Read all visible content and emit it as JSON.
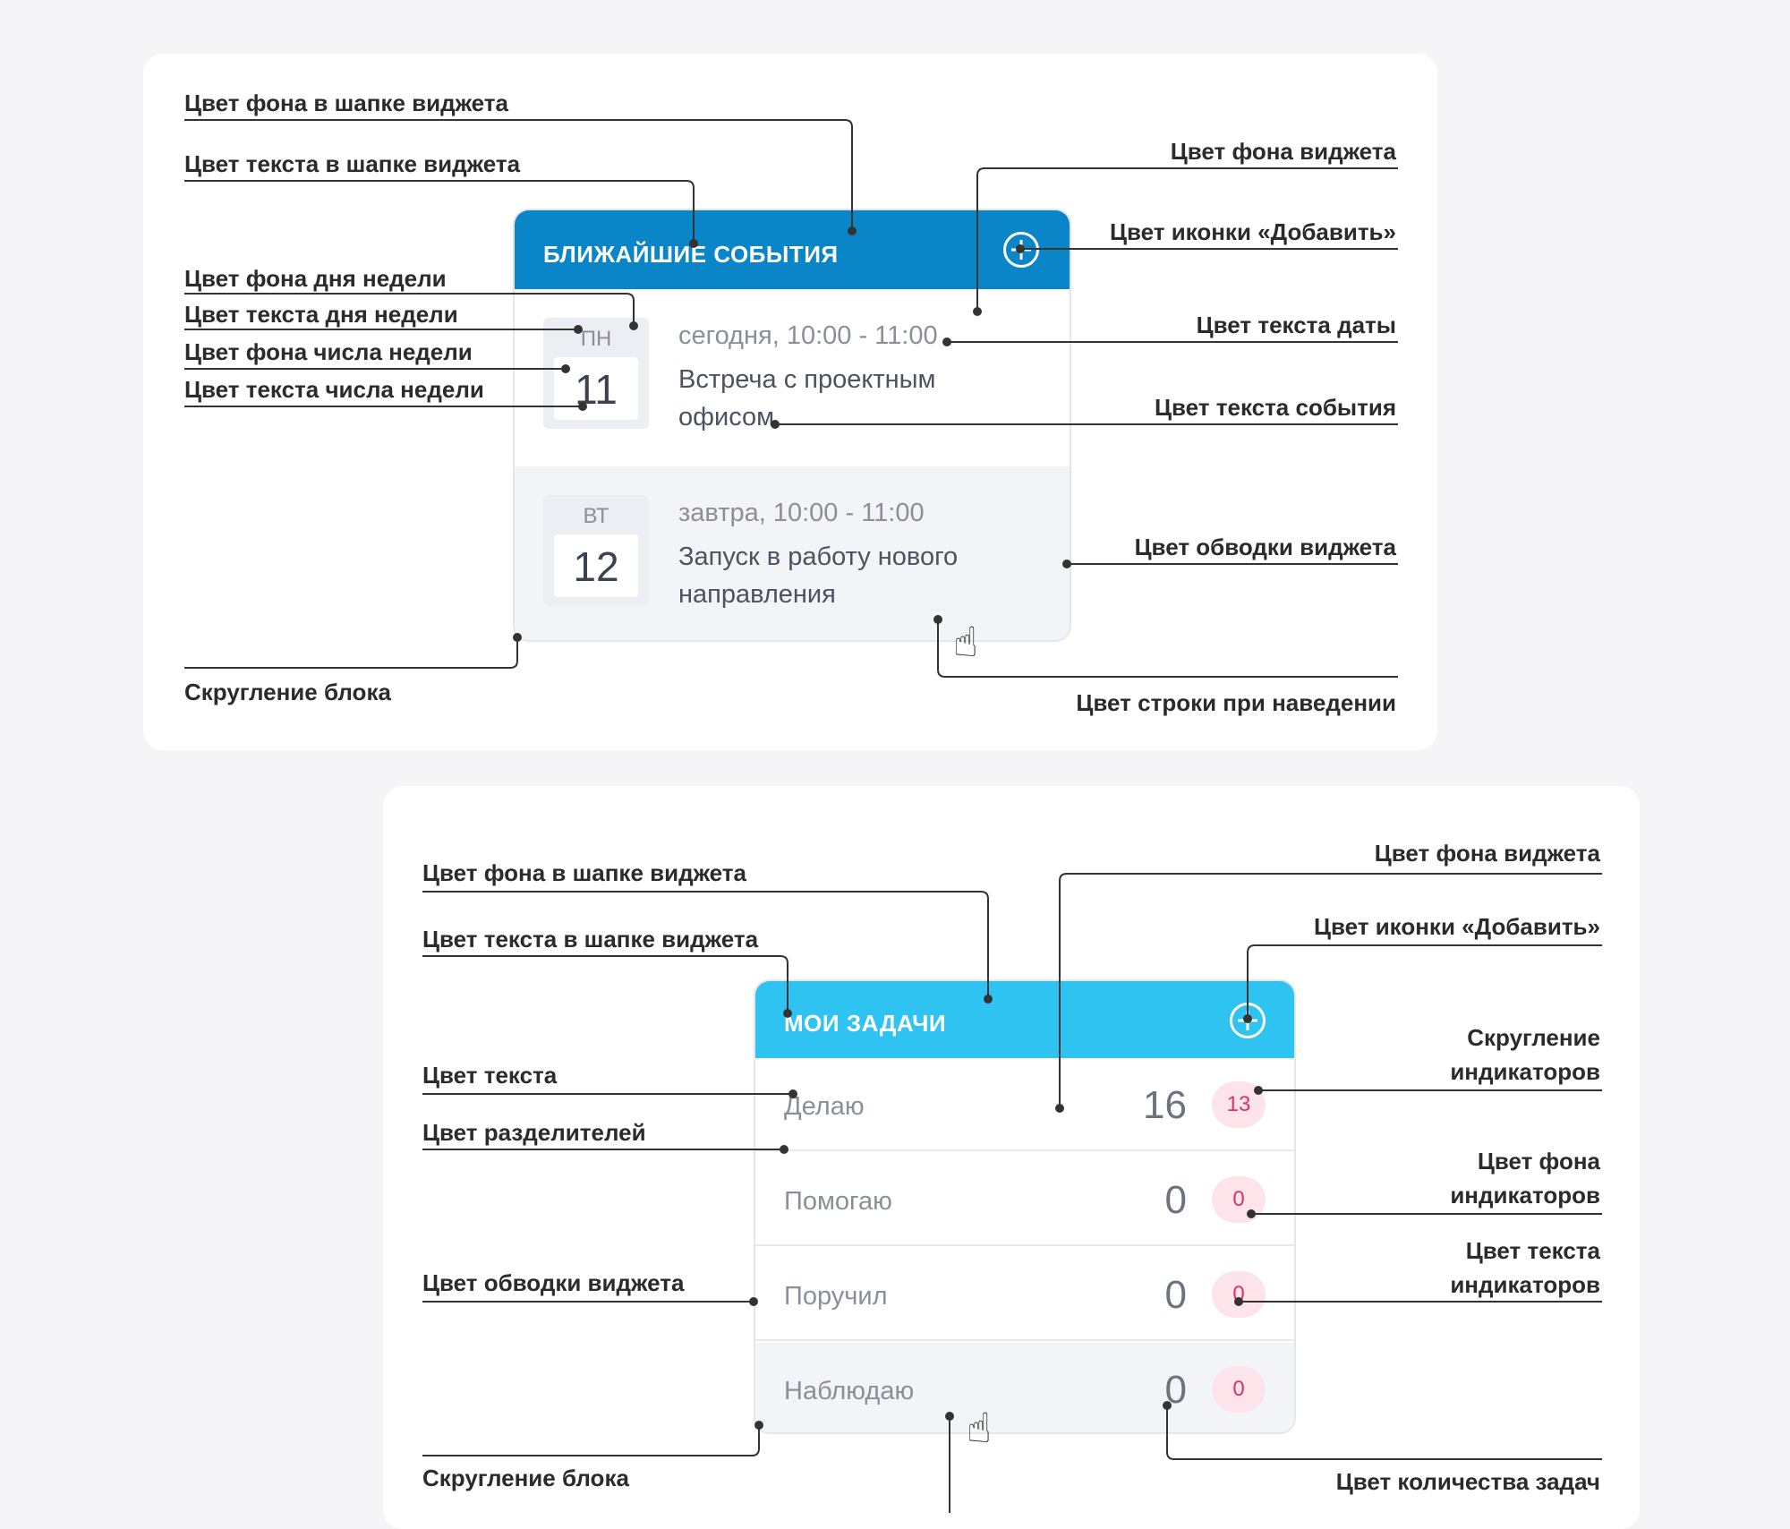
{
  "colors": {
    "page_bg": "#f5f5f7",
    "widget1_header": "#0a86c8",
    "widget2_header": "#2fc3f2",
    "indicator_bg": "#fde3ea",
    "indicator_text": "#d8336a",
    "hover_row": "#f3f4f7"
  },
  "section1": {
    "labels": {
      "header_bg": "Цвет фона в шапке виджета",
      "header_text": "Цвет текста в шапке виджета",
      "widget_bg": "Цвет фона виджета",
      "add_icon": "Цвет иконки «Добавить»",
      "dow_bg": "Цвет фона дня недели",
      "dow_text": "Цвет текста дня недели",
      "daynum_bg": "Цвет фона числа недели",
      "daynum_text": "Цвет текста числа недели",
      "date_text": "Цвет текста даты",
      "event_text": "Цвет текста события",
      "widget_border": "Цвет обводки виджета",
      "block_radius": "Скругление блока",
      "row_hover": "Цвет строки при наведении"
    },
    "widget": {
      "title": "БЛИЖАЙШИЕ СОБЫТИЯ",
      "add_icon": "plus-circle-icon",
      "events": [
        {
          "dow": "ПН",
          "day": "11",
          "date": "сегодня, 10:00 - 11:00",
          "text": "Встреча с проектным офисом"
        },
        {
          "dow": "ВТ",
          "day": "12",
          "date": "завтра, 10:00 - 11:00",
          "text": "Запуск в работу нового направления"
        }
      ],
      "cursor_icon": "hand-pointer-icon"
    }
  },
  "section2": {
    "labels": {
      "header_bg": "Цвет фона в шапке виджета",
      "header_text": "Цвет текста в шапке виджета",
      "widget_bg": "Цвет фона виджета",
      "add_icon": "Цвет иконки «Добавить»",
      "text": "Цвет текста",
      "dividers": "Цвет разделителей",
      "widget_border": "Цвет обводки виджета",
      "block_radius": "Скругление блока",
      "ind_radius": "Скругление индикаторов",
      "ind_bg": "Цвет фона индикаторов",
      "ind_text": "Цвет текста индикаторов",
      "task_count": "Цвет количества задач"
    },
    "widget": {
      "title": "МОИ ЗАДАЧИ",
      "add_icon": "plus-circle-icon",
      "rows": [
        {
          "label": "Делаю",
          "count": "16",
          "indicator": "13"
        },
        {
          "label": "Помогаю",
          "count": "0",
          "indicator": "0"
        },
        {
          "label": "Поручил",
          "count": "0",
          "indicator": "0"
        },
        {
          "label": "Наблюдаю",
          "count": "0",
          "indicator": "0"
        }
      ],
      "cursor_icon": "hand-pointer-icon"
    }
  }
}
